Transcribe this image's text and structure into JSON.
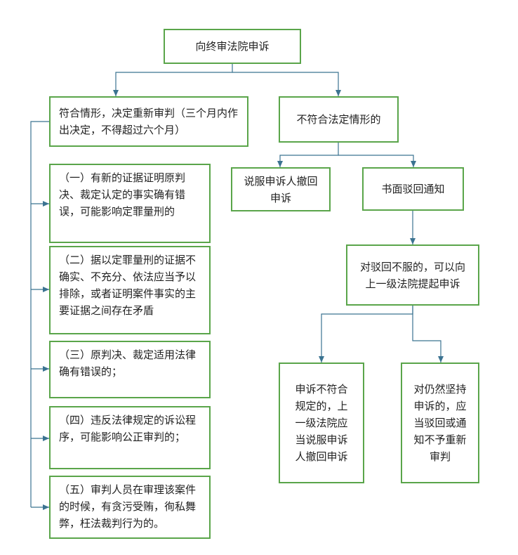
{
  "root": "向终审法院申诉",
  "left_branch": {
    "title": "符合情形，决定重新审判（三个月内作出决定，不得超过六个月）",
    "items": [
      "（一）有新的证据证明原判决、裁定认定的事实确有错误，可能影响定罪量刑的",
      "（二）据以定罪量刑的证据不确实、不充分、依法应当予以排除，或者证明案件事实的主要证据之间存在矛盾",
      "（三）原判决、裁定适用法律确有错误的；",
      "（四）违反法律规定的诉讼程序，可能影响公正审判的；",
      "（五）审判人员在审理该案件的时候，有贪污受贿，徇私舞弊，枉法裁判行为的。"
    ]
  },
  "right_branch": {
    "title": "不符合法定情形的",
    "persuade": "说服申诉人撤回申诉",
    "written_rejection": "书面驳回通知",
    "appeal_up": "对驳回不服的，可以向上一级法院提起申诉",
    "outcome_a": "申诉不符合规定的，上一级法院应当说服申诉人撤回申诉",
    "outcome_b": "对仍然坚持申诉的，应当驳回或通知不予重新审判"
  },
  "colors": {
    "box_border": "#5aa54a",
    "connector": "#3b7391",
    "text": "#222222"
  }
}
